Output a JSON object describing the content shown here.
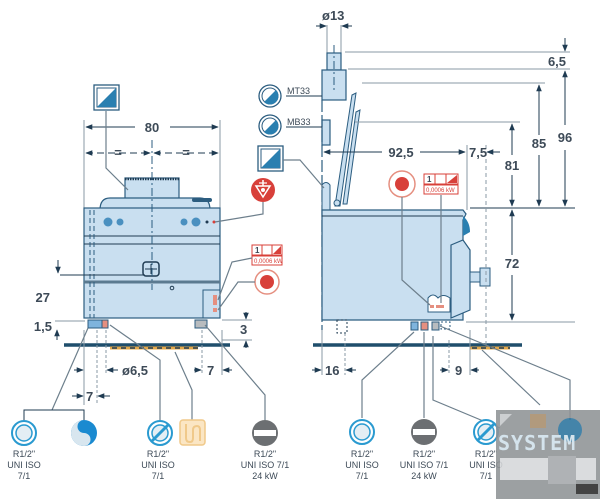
{
  "diagram": {
    "subject": "Gas boiling kettle installation diagram (front & side views)",
    "front_view": {
      "dimensions": {
        "width": "80",
        "equal_left": "=",
        "equal_right": "=",
        "height_27": "27",
        "foot_1_5": "1,5",
        "foot_3": "3",
        "drain_diameter": "ø6,5",
        "offset_7_left": "7",
        "offset_7_right": "7"
      },
      "electrical_badge": {
        "phase": "1",
        "power": "0,0006 kW"
      }
    },
    "side_view": {
      "dimensions": {
        "pipe_diameter": "ø13",
        "top_6_5": "6,5",
        "height_96": "96",
        "height_85": "85",
        "height_81": "81",
        "depth_92_5": "92,5",
        "depth_7_5": "7,5",
        "height_72": "72",
        "offset_16": "16",
        "offset_9": "9"
      },
      "side_labels": {
        "mt": "MT33",
        "mb": "MB33"
      },
      "electrical_badge": {
        "phase": "1",
        "power": "0,0006 kW"
      }
    },
    "connections_front": [
      {
        "icon": "water-inlet-icon",
        "lines": [
          "R1/2\"",
          "UNI ISO",
          "7/1"
        ]
      },
      {
        "icon": "soft-water-icon",
        "lines": []
      },
      {
        "icon": "drain-icon",
        "lines": [
          "R1/2\"",
          "UNI ISO",
          "7/1"
        ]
      },
      {
        "icon": "floor-drain-siphon-icon",
        "lines": []
      },
      {
        "icon": "gas-inlet-icon",
        "lines": [
          "R1/2\"",
          "UNI ISO 7/1",
          "24 kW"
        ]
      }
    ],
    "connections_side": [
      {
        "icon": "water-inlet-icon",
        "lines": [
          "R1/2\"",
          "UNI ISO",
          "7/1"
        ]
      },
      {
        "icon": "gas-inlet-icon",
        "lines": [
          "R1/2\"",
          "UNI ISO 7/1",
          "24 kW"
        ]
      },
      {
        "icon": "drain-icon",
        "lines": [
          "R1/2\"",
          "UNI ISO",
          "7/1"
        ]
      }
    ],
    "watermark": {
      "text": "SYSTEM"
    },
    "colors": {
      "appliance": "#c9dff0",
      "outline": "#2c5d80",
      "icon_blue": "#2a7fb0",
      "icon_red": "#d8403a",
      "gas_gray": "#6c6f72",
      "siphon": "#f0c98a",
      "dim_text": "#3d4a57"
    }
  }
}
